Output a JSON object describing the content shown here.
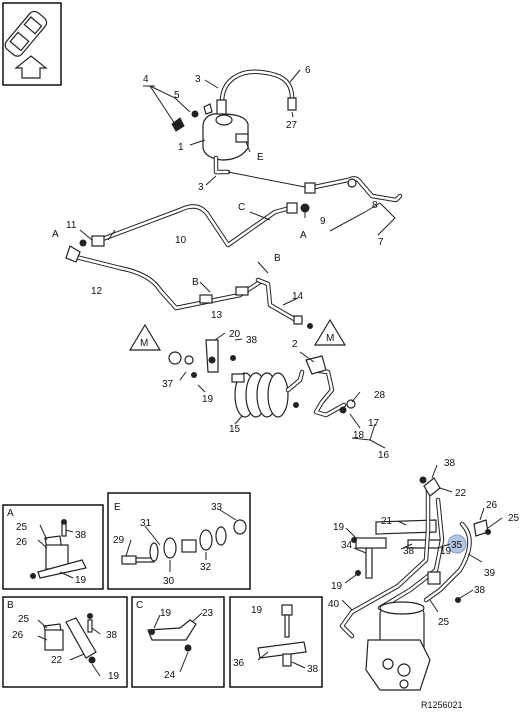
{
  "doc_id": "R1256021",
  "callouts": {
    "c1": "1",
    "c2": "2",
    "c3": "3",
    "c3b": "3",
    "c4": "4",
    "c5": "5",
    "c6": "6",
    "c7": "7",
    "c8": "8",
    "c9": "9",
    "c10": "10",
    "c11": "11",
    "c12": "12",
    "c13": "13",
    "c14": "14",
    "c15": "15",
    "c16": "16",
    "c17": "17",
    "c18": "18",
    "c19": "19",
    "c20": "20",
    "c21": "21",
    "c22": "22",
    "c25": "25",
    "c26": "26",
    "c27": "27",
    "c28": "28",
    "c34": "34",
    "c35": "35",
    "c37": "37",
    "c38": "38",
    "c38b": "38",
    "c38c": "38",
    "c38d": "38",
    "c39": "39",
    "c40": "40",
    "c19b": "19",
    "c19c": "19",
    "c19d": "19",
    "c25b": "25",
    "c45": "25"
  },
  "letters": {
    "e_main": "E",
    "c_main": "C",
    "a_left": "A",
    "a_right": "A",
    "b_main": "B",
    "b_right": "B",
    "m_left": "M",
    "m_right": "M"
  },
  "insets": {
    "a": {
      "label": "A",
      "n25": "25",
      "n26": "26",
      "n38": "38",
      "n19": "19"
    },
    "e": {
      "label": "E",
      "n33": "33",
      "n31": "31",
      "n29": "29",
      "n30": "30",
      "n32": "32"
    },
    "b": {
      "label": "B",
      "n25": "25",
      "n26": "26",
      "n38": "38",
      "n22": "22",
      "n19": "19"
    },
    "c": {
      "label": "C",
      "n19": "19",
      "n23": "23",
      "n24": "24"
    },
    "d": {
      "n19": "19",
      "n36": "36",
      "n38": "38"
    }
  }
}
